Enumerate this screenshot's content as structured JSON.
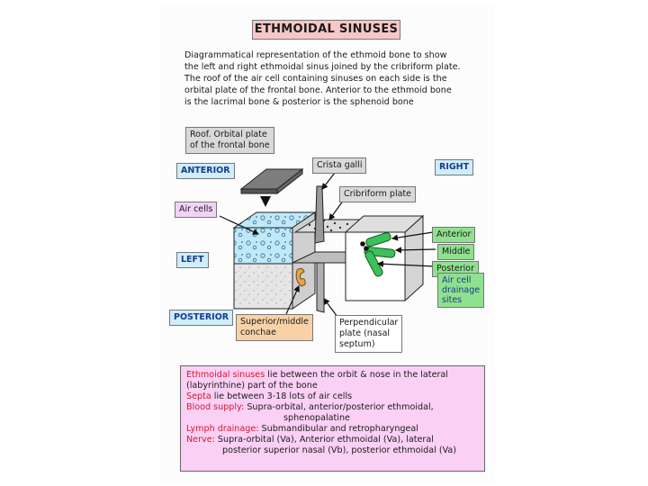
{
  "title": "ETHMOIDAL SINUSES",
  "description": [
    "Diagrammatical representation of the ethmoid bone to show",
    "the left and right ethmoidal sinus joined by the cribriform plate.",
    "The roof of the air cell containing sinuses on each side is the",
    "orbital plate of the frontal bone. Anterior to the ethmoid bone",
    "is the lacrimal bone & posterior is the sphenoid bone"
  ],
  "labels": {
    "roof": [
      "Roof. Orbital plate",
      "of the frontal bone"
    ],
    "crista": "Crista galli",
    "cribriform": "Cribriform plate",
    "anterior_dir": "ANTERIOR",
    "right_dir": "RIGHT",
    "left_dir": "LEFT",
    "posterior_dir": "POSTERIOR",
    "air_cells": "Air cells",
    "anterior": "Anterior",
    "middle": "Middle",
    "posterior": "Posterior",
    "drainage": [
      "Air cell",
      "drainage",
      "sites"
    ],
    "conchae": [
      "Superior/middle",
      "conchae"
    ],
    "perpendicular": [
      "Perpendicular",
      "plate (nasal",
      "septum)"
    ]
  },
  "info": {
    "line1_red": "Ethmoidal sinuses",
    "line1_rest": " lie between the orbit & nose in the lateral",
    "line2": "(labyrinthine) part of the bone",
    "line3_red": "Septa",
    "line3_rest": " lie between 3-18 lots of air cells",
    "line4_red": "Blood supply:",
    "line4_rest": " Supra-orbital, anterior/posterior ethmoidal,",
    "line5": "sphenopalatine",
    "line6_red": "Lymph drainage:",
    "line6_rest": " Submandibular and retropharyngeal",
    "line7_red": "Nerve:",
    "line7_rest": " Supra-orbital (Va), Anterior ethmoidal (Va), lateral",
    "line8": "posterior superior nasal (Vb), posterior ethmoidal (Va)"
  },
  "colors": {
    "title_bg": "#f7c7c7",
    "direction_bg": "#cdeefa",
    "air_cells_bg": "#f2d2f8",
    "drainage_bg": "#8fe08f",
    "conchae_bg": "#f8d2a6",
    "info_bg": "#fbd0f5",
    "highlight_red": "#d8182c"
  }
}
